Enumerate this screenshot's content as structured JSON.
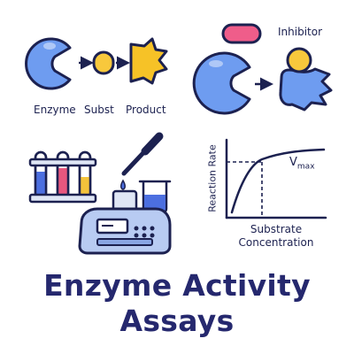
{
  "colors": {
    "navy": "#1c2150",
    "enzyme_blue": "#6e9cf0",
    "substrate_yellow": "#f8c83c",
    "product_yellow": "#f6c227",
    "inhibitor_pink": "#ef5d8a",
    "liquid_blue": "#4c6fe0",
    "liquid_pink": "#e8577e",
    "liquid_yellow": "#f4c33b",
    "instrument_blue": "#b8cbf2",
    "title_navy": "#25286e"
  },
  "panel_mechanism": {
    "enzyme_label": "Enzyme",
    "substrate_label": "Subst",
    "product_label": "Product"
  },
  "panel_inhibition": {
    "inhibitor_label": "Inhibitor"
  },
  "panel_equipment": {
    "tube_liquids": [
      "blue",
      "pink",
      "yellow"
    ],
    "icons": [
      "test-tube-rack-icon",
      "pipette-icon",
      "beaker-icon",
      "spectrophotometer-icon"
    ]
  },
  "panel_kinetics": {
    "y_axis_label": "Reaction Rate",
    "x_axis_label_line1": "Substrate",
    "x_axis_label_line2": "Concentration",
    "vmax_main": "V",
    "vmax_sub": "max"
  },
  "title": {
    "line1": "Enzyme Activity",
    "line2": "Assays"
  }
}
